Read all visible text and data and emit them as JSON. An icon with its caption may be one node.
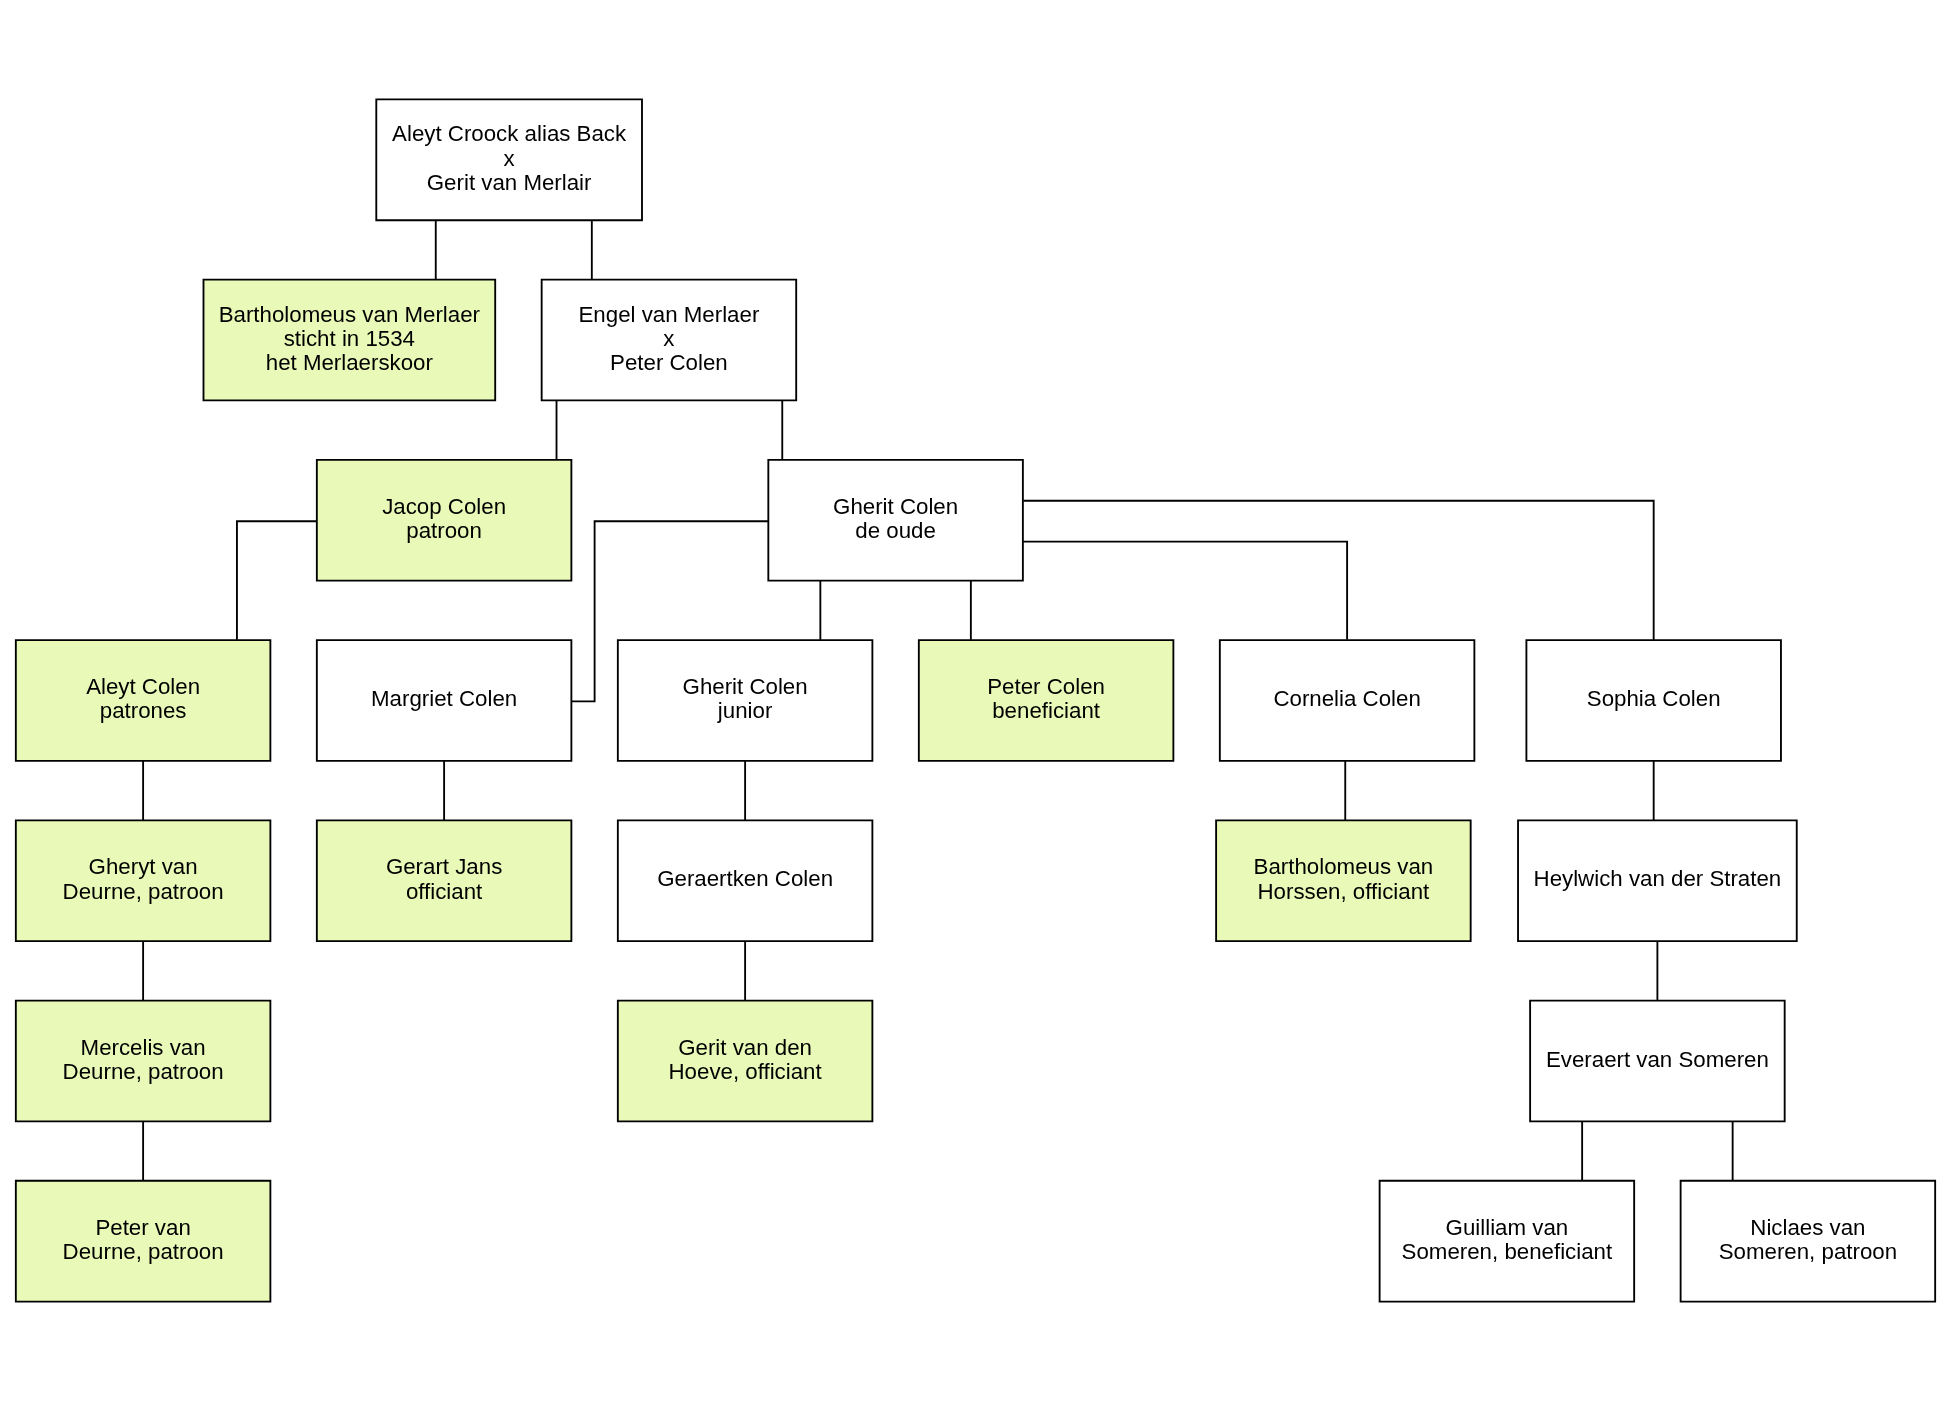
{
  "diagram": {
    "nodes": [
      {
        "text": [
          "Aleyt Croock alias Back",
          "x",
          "Gerit van Merlair"
        ]
      },
      {
        "text": [
          "Bartholomeus van Merlaer",
          "sticht in 1534",
          "het Merlaerskoor"
        ]
      },
      {
        "text": [
          "Engel van Merlaer",
          "x",
          "Peter Colen"
        ]
      },
      {
        "text": [
          "Jacop Colen",
          "patroon"
        ]
      },
      {
        "text": [
          "Gherit Colen",
          "de oude"
        ]
      },
      {
        "text": [
          "Aleyt Colen",
          "patrones"
        ]
      },
      {
        "text": [
          "Margriet Colen"
        ]
      },
      {
        "text": [
          "Gherit Colen",
          "junior"
        ]
      },
      {
        "text": [
          "Peter Colen",
          "beneficiant"
        ]
      },
      {
        "text": [
          "Cornelia Colen"
        ]
      },
      {
        "text": [
          "Sophia Colen"
        ]
      },
      {
        "text": [
          "Gheryt van Deurne, patroon"
        ]
      },
      {
        "text": [
          "Gerart Jans",
          "officiant"
        ]
      },
      {
        "text": [
          "Geraertken Colen"
        ]
      },
      {
        "text": [
          "Bartholomeus van Horssen, officiant"
        ]
      },
      {
        "text": [
          "Heylwich van der Straten"
        ]
      },
      {
        "text": [
          "Mercelis van Deurne, patroon"
        ]
      },
      {
        "text": [
          "Gerit van den Hoeve, officiant"
        ]
      },
      {
        "text": [
          "Everaert van Someren"
        ]
      },
      {
        "text": [
          "Peter van Deurne, patroon"
        ]
      },
      {
        "text": [
          "Guilliam van Someren, beneficiant"
        ]
      },
      {
        "text": [
          "Niclaes van Someren, patroon"
        ]
      }
    ],
    "edges": [
      {
        "from": 0,
        "to": 1,
        "arrow": "none"
      },
      {
        "from": 0,
        "to": 2,
        "arrow": "none"
      },
      {
        "from": 2,
        "to": 3,
        "arrow": "none"
      },
      {
        "from": 2,
        "to": 4,
        "arrow": "none"
      },
      {
        "from": 3,
        "to": 5,
        "arrow": "none"
      },
      {
        "from": 4,
        "to": 6,
        "arrow": "none"
      },
      {
        "from": 4,
        "to": 7,
        "arrow": "none"
      },
      {
        "from": 4,
        "to": 8,
        "arrow": "none"
      },
      {
        "from": 4,
        "to": 9,
        "arrow": "none"
      },
      {
        "from": 4,
        "to": 10,
        "arrow": "none"
      },
      {
        "from": 5,
        "to": 11,
        "arrow": "none"
      },
      {
        "from": 6,
        "to": 12,
        "arrow": "none"
      },
      {
        "from": 7,
        "to": 13,
        "arrow": "none"
      },
      {
        "from": 9,
        "to": 14,
        "arrow": "none"
      },
      {
        "from": 10,
        "to": 15,
        "arrow": "none"
      },
      {
        "from": 11,
        "to": 16,
        "arrow": "none"
      },
      {
        "from": 13,
        "to": 17,
        "arrow": "none"
      },
      {
        "from": 15,
        "to": 18,
        "arrow": "none"
      },
      {
        "from": 16,
        "to": 19,
        "arrow": "none"
      },
      {
        "from": 18,
        "to": 20,
        "arrow": "none"
      },
      {
        "from": 18,
        "to": 21,
        "arrow": "none"
      }
    ]
  }
}
